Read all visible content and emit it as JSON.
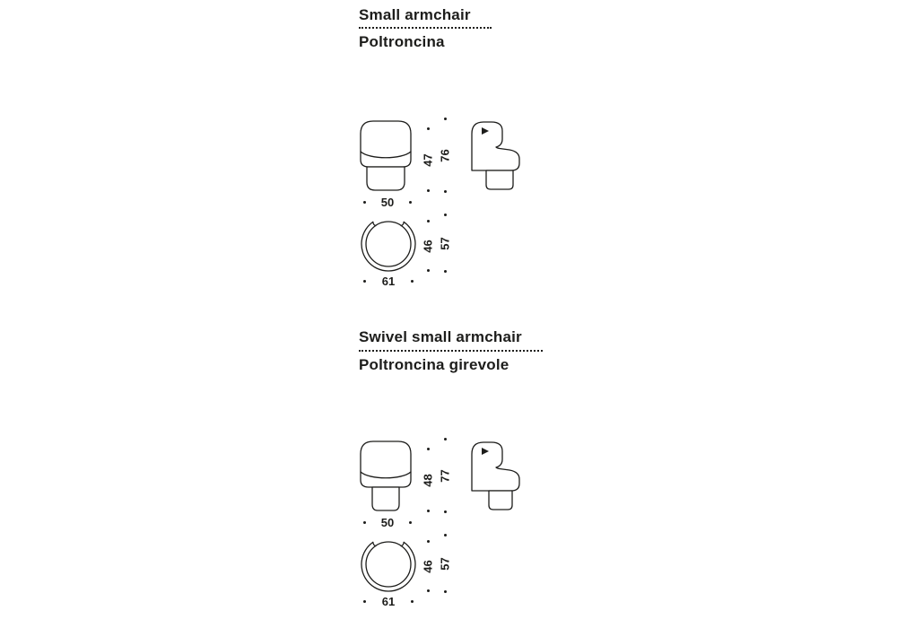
{
  "page": {
    "background": "#ffffff",
    "ink": "#1d1d1b"
  },
  "sections": [
    {
      "title_en": "Small armchair",
      "title_it": "Poltroncina",
      "front_view": {
        "width": "50",
        "height_seat": "47",
        "height_total": "76"
      },
      "top_view": {
        "width": "61",
        "depth_seat": "46",
        "depth_total": "57"
      }
    },
    {
      "title_en": "Swivel small armchair",
      "title_it": "Poltroncina girevole",
      "front_view": {
        "width": "50",
        "height_seat": "48",
        "height_total": "77"
      },
      "top_view": {
        "width": "61",
        "depth_seat": "46",
        "depth_total": "57"
      }
    }
  ]
}
